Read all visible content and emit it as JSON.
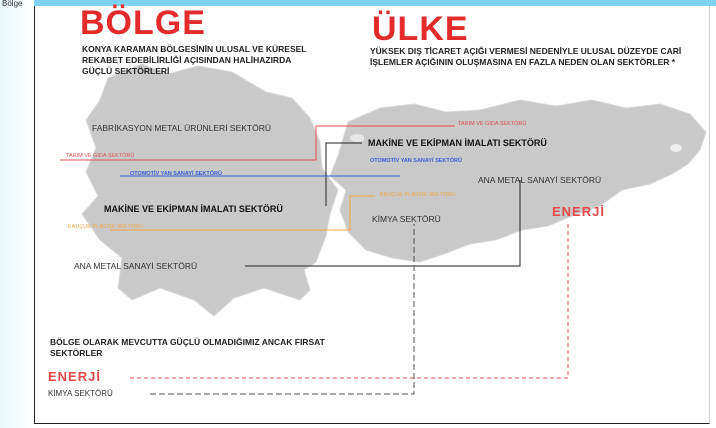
{
  "heading": "Bölge",
  "left_title": "BÖLGE",
  "left_desc": "KONYA KARAMAN BÖLGESİNİN ULUSAL VE KÜRESEL REKABET EDEBİLİRLİĞİ AÇISINDAN HALİHAZIRDA GÜÇLÜ SEKTÖRLERİ",
  "right_title": "ÜLKE",
  "right_desc": "YÜKSEK DIŞ TİCARET AÇIĞI VERMESİ NEDENİYLE ULUSAL DÜZEYDE CARİ İŞLEMLER AÇIĞININ OLUŞMASINA EN FAZLA NEDEN OLAN SEKTÖRLER *",
  "left_sectors": {
    "fabrikasyon": "FABRİKASYON METAL ÜRÜNLERİ SEKTÖRÜ",
    "tarim": "TARIM VE GIDA SEKTÖRÜ",
    "otomotiv": "OTOMOTİV YAN SANAYİ SEKTÖRÜ",
    "makine": "MAKİNE VE EKİPMAN İMALATI SEKTÖRÜ",
    "kaucuk": "KAUÇUK PLASTİK SEKTÖRÜ",
    "anametal": "ANA METAL SANAYİ SEKTÖRÜ"
  },
  "right_sectors": {
    "tarim": "TARIM VE GIDA SEKTÖRÜ",
    "makine": "MAKİNE VE EKİPMAN İMALATI SEKTÖRÜ",
    "otomotiv": "OTOMOTİV YAN SANAYİ SEKTÖRÜ",
    "anametal": "ANA METAL SANAYİ SEKTÖRÜ",
    "kaucuk": "KAUÇUK PLASTİK SEKTÖRÜ",
    "kimya": "KİMYA SEKTÖRÜ",
    "enerji": "ENERJİ"
  },
  "bottom": {
    "title": "BÖLGE OLARAK MEVCUTTA GÜÇLÜ OLMADIĞIMIZ ANCAK FIRSAT SEKTÖRLER",
    "enerji": "ENERJİ",
    "kimya": "KİMYA SEKTÖRÜ"
  },
  "colors": {
    "red": "#e32b2b",
    "blue": "#3b5fd6",
    "orange": "#f0a640",
    "map": "#c9c9c9"
  }
}
